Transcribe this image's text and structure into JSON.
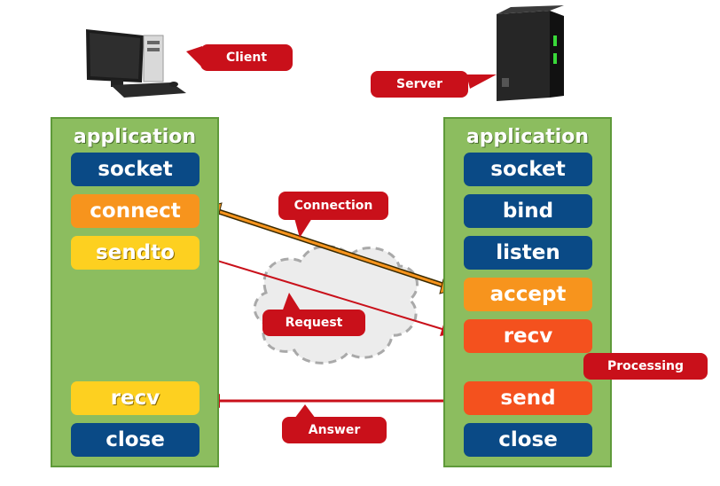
{
  "client": {
    "label": "Client",
    "title": "application",
    "steps": [
      {
        "label": "socket"
      },
      {
        "label": "connect"
      },
      {
        "label": "sendto"
      },
      {
        "label": "recv"
      },
      {
        "label": "close"
      }
    ]
  },
  "server": {
    "label": "Server",
    "title": "application",
    "steps": [
      {
        "label": "socket"
      },
      {
        "label": "bind"
      },
      {
        "label": "listen"
      },
      {
        "label": "accept"
      },
      {
        "label": "recv"
      },
      {
        "label": "send"
      },
      {
        "label": "close"
      }
    ]
  },
  "callouts": {
    "connection": "Connection",
    "request": "Request",
    "processing": "Processing",
    "answer": "Answer"
  },
  "colors": {
    "panel": "#8cbd5f",
    "navy": "#0a4a86",
    "orange": "#f7941d",
    "yellow": "#fdd020",
    "red_orange": "#f4511e",
    "callout": "#c9101a"
  },
  "icons": [
    "desktop-computer-icon",
    "server-tower-icon",
    "network-cloud-icon"
  ]
}
